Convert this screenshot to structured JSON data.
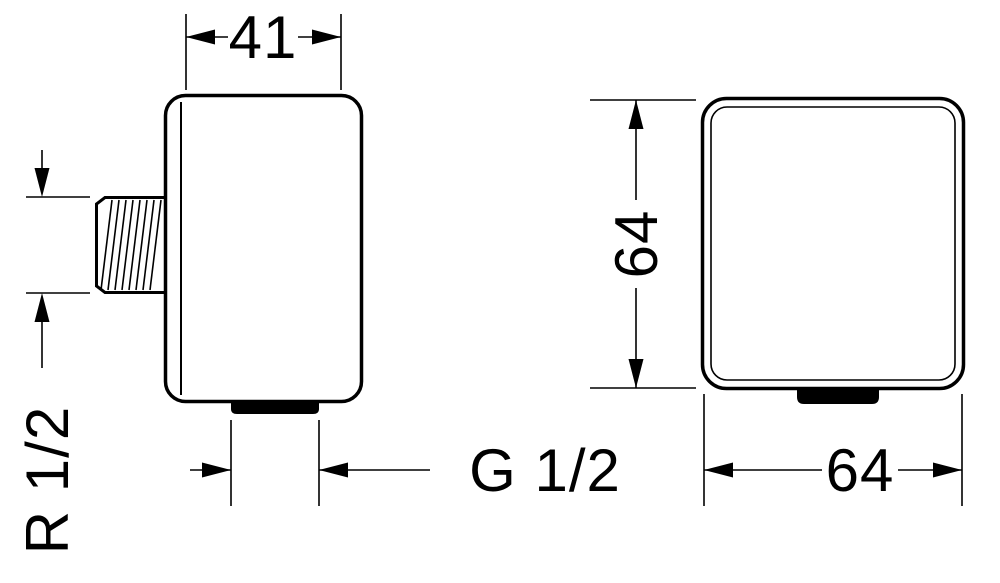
{
  "canvas": {
    "background": "#ffffff",
    "ink": "#000000"
  },
  "dimensions": {
    "side_view": {
      "depth": "41",
      "inlet_thread": "R 1/2",
      "outlet_thread": "G 1/2"
    },
    "front_view": {
      "height": "64",
      "width": "64"
    }
  }
}
